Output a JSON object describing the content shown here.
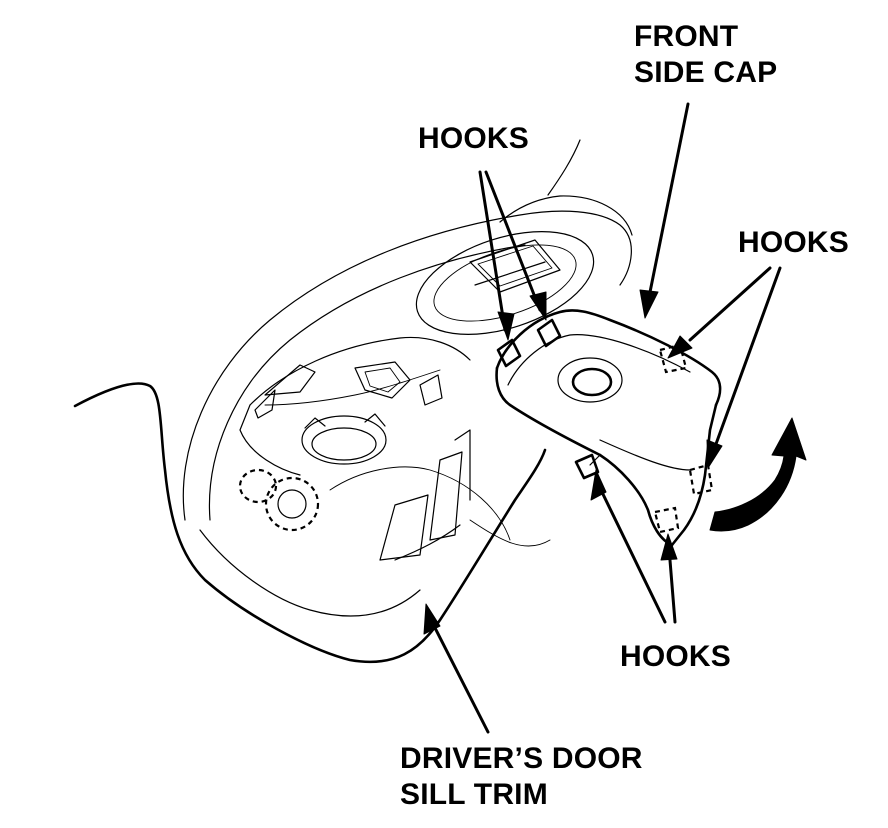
{
  "labels": {
    "front_side_cap_line1": "FRONT",
    "front_side_cap_line2": "SIDE CAP",
    "hooks_top_left": "HOOKS",
    "hooks_top_right": "HOOKS",
    "hooks_bottom": "HOOKS",
    "sill_trim_line1": "DRIVER’S DOOR",
    "sill_trim_line2": "SILL TRIM"
  }
}
